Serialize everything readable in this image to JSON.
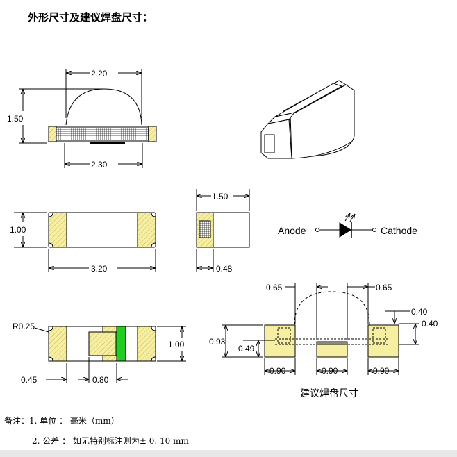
{
  "title": "外形尺寸及建议焊盘尺寸：",
  "top_view": {
    "width_top": "2.20",
    "height": "1.50",
    "width_bottom": "2.30"
  },
  "front_view": {
    "height": "1.00",
    "length": "3.20"
  },
  "side_view": {
    "width": "1.50",
    "pad": "0.48"
  },
  "symbol": {
    "anode": "Anode",
    "cathode": "Cathode"
  },
  "bottom_view": {
    "radius": "R0.25",
    "height": "1.00",
    "gap_left": "0.45",
    "pad_width": "0.80"
  },
  "pad_layout": {
    "caption": "建议焊盘尺寸",
    "left_offset": "0.65",
    "right_offset": "0.65",
    "top_small": "0.40",
    "right_small": "0.40",
    "height_total": "0.93",
    "height_small": "0.49",
    "pad1": "0.90",
    "pad2": "0.90",
    "pad3": "0.90"
  },
  "notes": {
    "line1": "备注：1. 单位 ： 毫米（mm）",
    "line2": "2. 公差 ： 如无特别标注则为± 0. 10 mm"
  },
  "colors": {
    "pad_fill": "#f6eea0",
    "hatch": "#c8b860",
    "green_band": "#22cc22",
    "line": "#000000"
  }
}
